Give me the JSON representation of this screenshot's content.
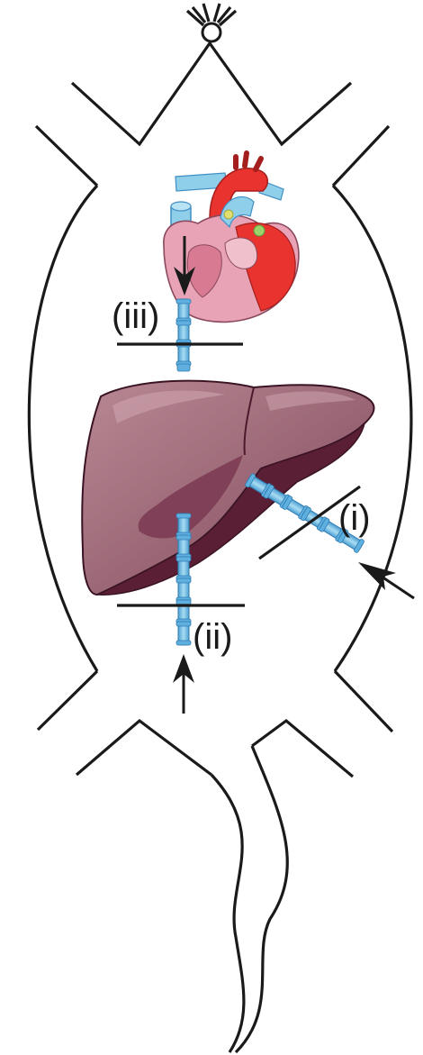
{
  "diagram": {
    "labels": {
      "portal_vein": "(ii)",
      "hepatic_artery": "(i)",
      "vena_cava": "(iii)"
    },
    "colors": {
      "outline": "#1a1a1a",
      "liver_main": "#9c6a78",
      "liver_shadow": "#6a2f45",
      "liver_dark": "#5a1f35",
      "liver_highlight": "#c79aa5",
      "heart_pink": "#e8a0b3",
      "heart_red": "#e8332e",
      "heart_blue": "#7cc7e6",
      "cannula_blue": "#7fc6e8",
      "cannula_dark": "#3f8fc4"
    },
    "icons": {
      "heart": "heart-icon",
      "liver": "liver-icon",
      "cannula": "cannula-icon",
      "arrow": "arrow-icon"
    }
  }
}
